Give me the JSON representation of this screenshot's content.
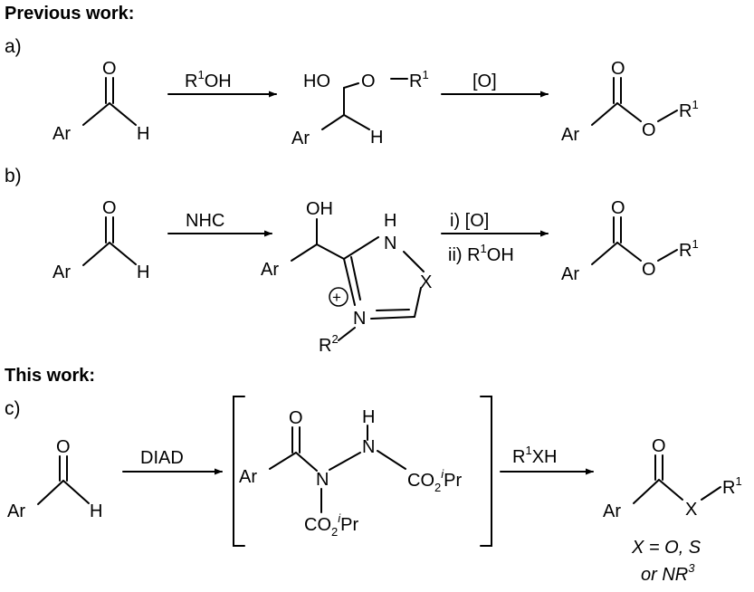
{
  "headings": {
    "previous": "Previous work:",
    "this": "This work:"
  },
  "parts": {
    "a": "a)",
    "b": "b)",
    "c": "c)"
  },
  "atoms": {
    "ar": "Ar",
    "h": "H",
    "o": "O",
    "n": "N",
    "x": "X",
    "ho": "HO",
    "oh": "OH",
    "r": "R",
    "one": "1",
    "two": "2",
    "plus": "+"
  },
  "reagents": {
    "a_step1_prefix": "R",
    "a_step1_sup": "1",
    "a_step1_suffix": "OH",
    "a_step2": "[O]",
    "b_step1": "NHC",
    "b_step2_i": "i) [O]",
    "b_step2_ii_prefix": "ii) R",
    "b_step2_ii_sup": "1",
    "b_step2_ii_suffix": "OH",
    "c_step1": "DIAD",
    "c_step2_prefix": "R",
    "c_step2_sup": "1",
    "c_step2_suffix": "XH"
  },
  "ester_group": {
    "co": "CO",
    "sub": "2",
    "sup": "i",
    "pr": "Pr"
  },
  "conditions": {
    "line1": "X = O, S",
    "line2_prefix": "or NR",
    "line2_sup": "3"
  }
}
